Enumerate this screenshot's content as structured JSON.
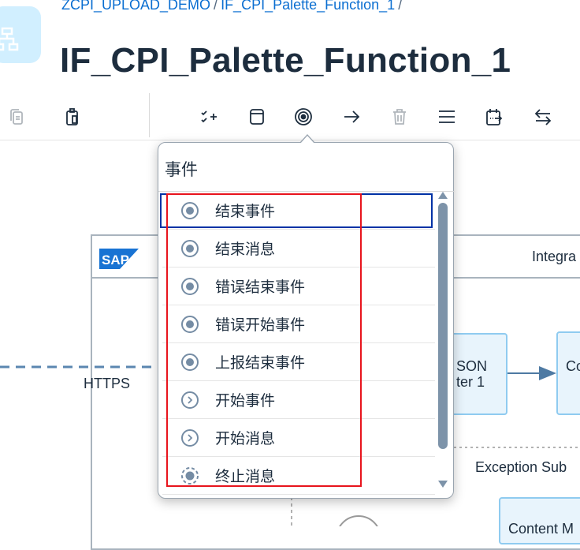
{
  "breadcrumb": {
    "items": [
      "ZCPI_UPLOAD_DEMO",
      "IF_CPI_Palette_Function_1"
    ],
    "separator": "/"
  },
  "header": {
    "title": "IF_CPI_Palette_Function_1",
    "icon": "integration-flow-icon"
  },
  "toolbar": {
    "items": [
      "copy-icon",
      "paste-icon",
      "checklist-add-icon",
      "container-icon",
      "event-icon",
      "arrow-right-icon",
      "delete-icon",
      "menu-icon",
      "calendar-icon",
      "transfer-icon"
    ],
    "active": "event-icon"
  },
  "canvas": {
    "sender_label": "HTTPS",
    "pool_title": "Integra",
    "sap_logo": "SAP",
    "converter_label": [
      "SON",
      "ter 1"
    ],
    "next_step_label": "Co",
    "exception_label": "Exception Sub",
    "content_modifier_label": "Content M"
  },
  "popover": {
    "title": "事件",
    "items": [
      {
        "label": "结束事件",
        "icon": "end-event-icon"
      },
      {
        "label": "结束消息",
        "icon": "end-message-icon"
      },
      {
        "label": "错误结束事件",
        "icon": "error-end-event-icon"
      },
      {
        "label": "错误开始事件",
        "icon": "error-start-event-icon"
      },
      {
        "label": "上报结束事件",
        "icon": "escalation-end-event-icon"
      },
      {
        "label": "开始事件",
        "icon": "start-event-icon"
      },
      {
        "label": "开始消息",
        "icon": "start-message-icon"
      },
      {
        "label": "终止消息",
        "icon": "terminate-message-icon"
      }
    ],
    "focused_index": 0
  },
  "colors": {
    "accent": "#0a6ed1",
    "focus": "#0032a5",
    "highlight": "#e8141d",
    "icon": "#758ca4"
  }
}
